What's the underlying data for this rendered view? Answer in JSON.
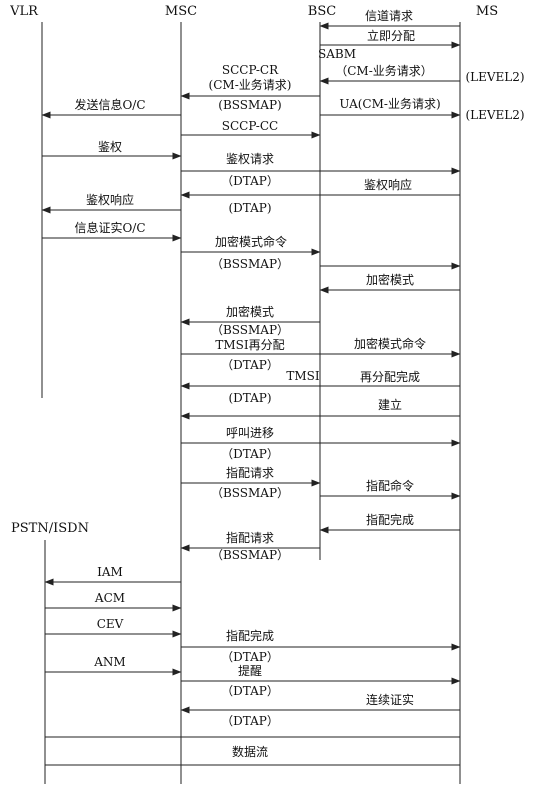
{
  "entities": {
    "vlr": "VLR",
    "msc": "MSC",
    "bsc": "BSC",
    "ms": "MS",
    "pstn": "PSTN/ISDN"
  },
  "side_labels": {
    "level2_a": "(LEVEL2)",
    "level2_b": "(LEVEL2)"
  },
  "labels": {
    "channel_request": "信道请求",
    "immediate_assign": "立即分配",
    "sabm": "SABM",
    "cm_request_1": "（CM-业务请求）",
    "sccp_cr": "SCCP-CR",
    "cm_request_2": "(CM-业务请求)",
    "send_info_oc": "发送信息O/C",
    "bssmap_1": "(BSSMAP)",
    "ua_cm_request": "UA(CM-业务请求)",
    "sccp_cc": "SCCP-CC",
    "auth": "鉴权",
    "auth_request": "鉴权请求",
    "dtap_1": "（DTAP）",
    "auth_response_ms": "鉴权响应",
    "auth_response_vlr": "鉴权响应",
    "dtap_2": "(DTAP)",
    "info_confirm_oc": "信息证实O/C",
    "cipher_mode_cmd_1": "加密模式命令",
    "bssmap_2": "（BSSMAP）",
    "cipher_mode_1": "加密模式",
    "cipher_mode_2": "加密模式",
    "bssmap_3": "（BSSMAP）",
    "tmsi_realloc": "TMSI再分配",
    "cipher_mode_cmd_2": "加密模式命令",
    "dtap_3": "（DTAP）",
    "tmsi": "TMSI",
    "realloc_complete": "再分配完成",
    "dtap_4": "(DTAP)",
    "setup": "建立",
    "call_proceeding": "呼叫进移",
    "dtap_5": "（DTAP）",
    "assign_request_1": "指配请求",
    "bssmap_4": "（BSSMAP）",
    "assign_command": "指配命令",
    "assign_complete_1": "指配完成",
    "assign_request_2": "指配请求",
    "bssmap_5": "（BSSMAP）",
    "iam": "IAM",
    "acm": "ACM",
    "cev": "CEV",
    "assign_complete_2": "指配完成",
    "anm": "ANM",
    "dtap_6": "（DTAP）",
    "alert": "提醒",
    "dtap_7": "（DTAP）",
    "connect_ack": "连续证实",
    "dtap_8": "（DTAP）",
    "data_flow": "数据流"
  },
  "colors": {
    "line": "#222222",
    "text": "#111111",
    "background": "#ffffff"
  }
}
